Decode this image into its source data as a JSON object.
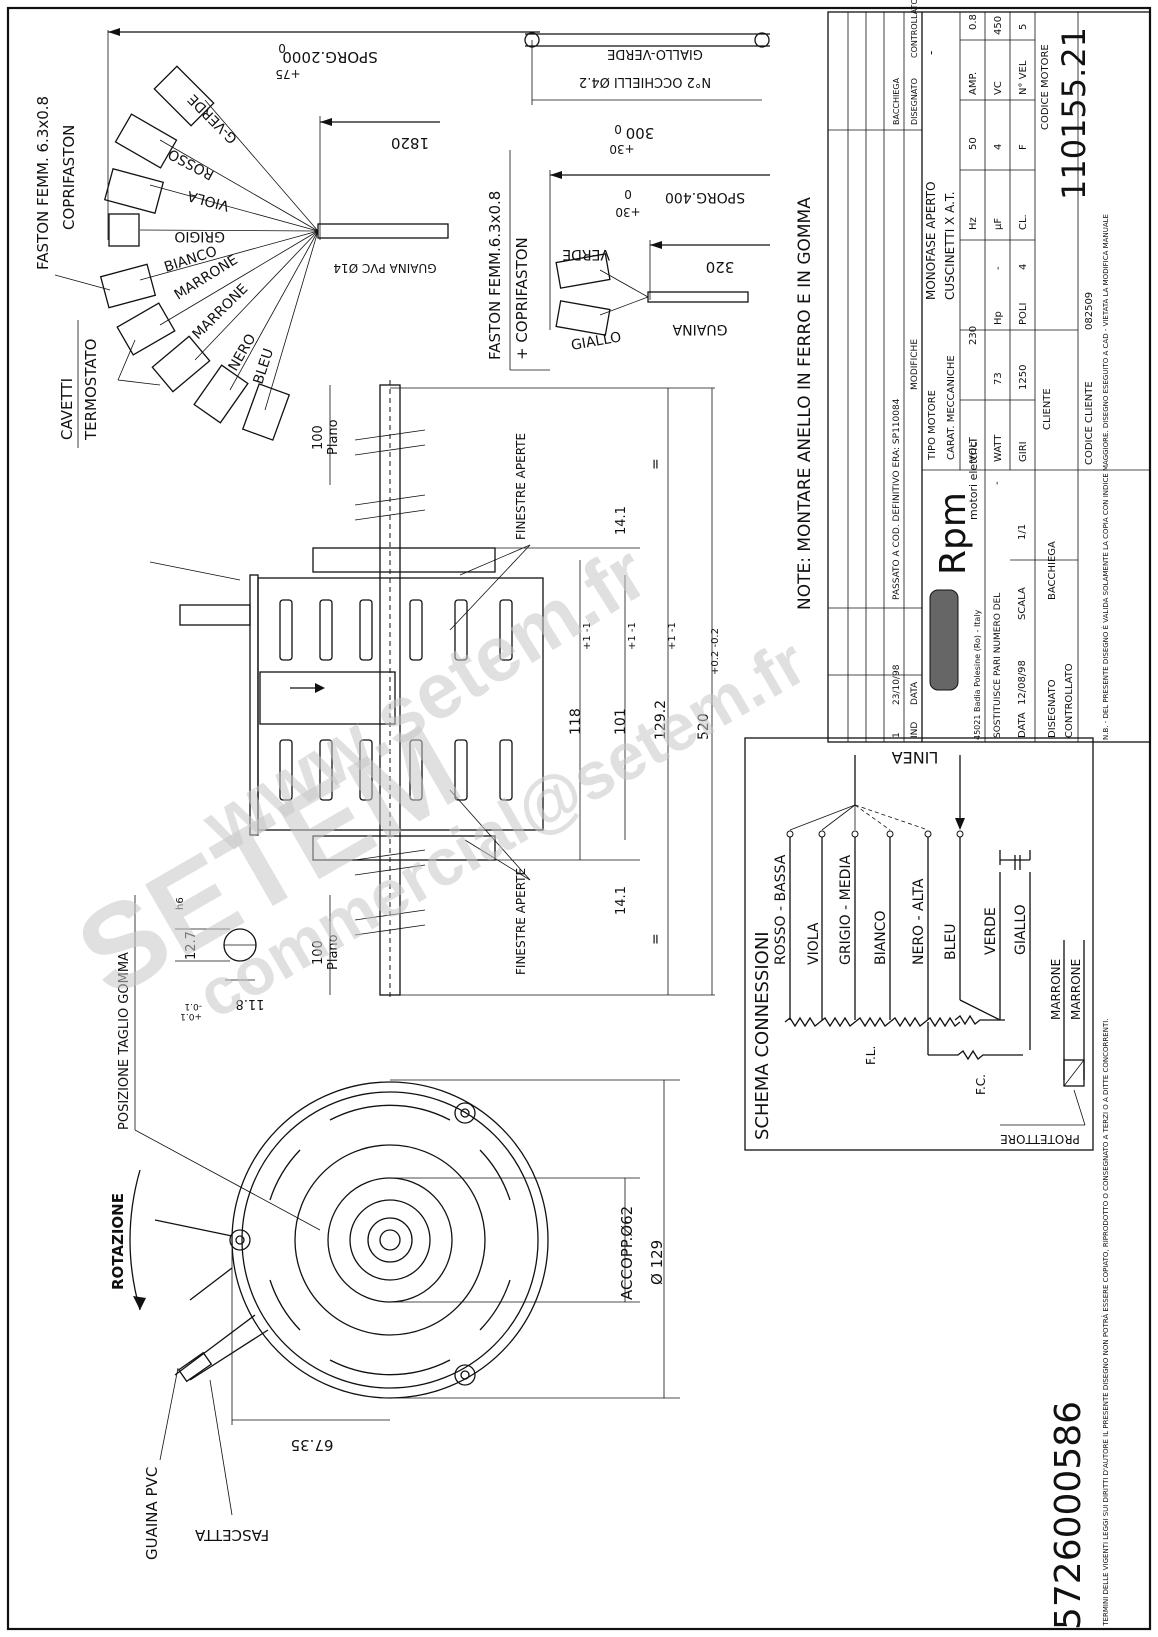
{
  "document_code": "5726000586",
  "watermarks": [
    "www.setem.fr",
    "SETEM",
    "commercial@setem.fr"
  ],
  "note": "NOTE: MONTARE ANELLO IN FERRO E IN GOMMA",
  "top_leads": {
    "faston_label": "FASTON FEMM. 6.3x0.8",
    "coprifaston": "COPRIFASTON",
    "sporg": "SPORG.2000",
    "tol_top": "+75",
    "tol_bottom": "0",
    "length_1820": "1820",
    "guaina": "GUAINA PVC Ø14",
    "wires": [
      "G-VERDE",
      "ROSSO",
      "VIOLA",
      "GRIGIO",
      "BIANCO",
      "MARRONE",
      "MARRONE",
      "NERO",
      "BLEU"
    ],
    "cavetti": "CAVETTI",
    "termostato": "TERMOSTATO"
  },
  "eyelet_cable": {
    "label": "GIALLO-VERDE",
    "occhielli": "N°2 OCCHIELLI Ø4.2",
    "length": "300",
    "tol_top": "+30",
    "tol_bottom": "0"
  },
  "cap_leads": {
    "faston_label": "FASTON FEMM.6.3x0.8",
    "coprifaston": "+ COPRIFASTON",
    "sporg": "SPORG.400",
    "tol_top": "+30",
    "tol_bottom": "0",
    "length_320": "320",
    "guaina": "GUAINA",
    "verde": "VERDE",
    "giallo": "GIALLO"
  },
  "side_view": {
    "plano": "Plano",
    "dim_100": "100",
    "finestre_aperte": "FINESTRE APERTE",
    "dim_141": "14.1",
    "dim_118": "118",
    "tol_118": "+1 -1",
    "dim_101": "101",
    "tol_101": "+1 -1",
    "dim_1292": "129.2",
    "tol_1292": "+1 -1",
    "dim_520": "520",
    "tol_520": "+0.2 -0.2",
    "eq": "=",
    "shaft_dia": "12.7",
    "shaft_fit": "h6",
    "flat": "11.8",
    "flat_tol_top": "+0.1",
    "flat_tol_bottom": "-0.1"
  },
  "front_view": {
    "posizione_taglio": "POSIZIONE TAGLIO GOMMA",
    "rotazione": "ROTAZIONE",
    "accopp": "ACCOPP.Ø62",
    "diameter": "Ø 129",
    "dim_6735": "67.35",
    "guaina_pvc": "GUAINA PVC",
    "fascetta": "FASCETTA"
  },
  "schema": {
    "title": "SCHEMA CONNESSIONI",
    "linea": "LINEA",
    "speeds": [
      "ROSSO - BASSA",
      "VIOLA",
      "GRIGIO - MEDIA",
      "BIANCO",
      "NERO - ALTA",
      "BLEU",
      "VERDE",
      "GIALLO",
      "MARRONE",
      "MARRONE"
    ],
    "fl": "F.L.",
    "fc": "F.C.",
    "protettore": "PROTETTORE"
  },
  "revisions": {
    "header_ind": "IND",
    "header_data": "DATA",
    "header_modifiche": "MODIFICHE",
    "header_disegnato": "DISEGNATO",
    "header_controllato": "CONTROLLATO",
    "row1_ind": "1",
    "row1_data": "23/10/98",
    "row1_text": "PASSATO A COD. DEFINITIVO ERA: SP110084",
    "row1_disegnato": "BACCHIEGA"
  },
  "title_block": {
    "brand": "Rpm",
    "brand_sub": "motori elettrici",
    "address": "45021 Badia Polesine (Ro) - Italy",
    "sostituisce": "SOSTITUISCE PARI NUMERO DEL",
    "sostituisce_val": "-",
    "data_label": "DATA",
    "data_val": "12/08/98",
    "scala_label": "SCALA",
    "scala_val": "1/1",
    "disegnato_label": "DISEGNATO",
    "disegnato_val": "BACCHIEGA",
    "controllato_label": "CONTROLLATO",
    "codice_cliente_label": "CODICE CLIENTE",
    "codice_cliente_val": "082509",
    "tipo_motore_label": "TIPO MOTORE",
    "tipo_motore_val": "MONOFASE APERTO",
    "carat_label": "CARAT. MECCANICHE",
    "carat_val": "CUSCINETTI X A.T.",
    "cliente_label": "CLIENTE",
    "codice_motore_label": "CODICE MOTORE",
    "codice_motore_val": "110155.21",
    "dash": "-",
    "specs": [
      {
        "label": "VOLT",
        "value": "230"
      },
      {
        "label": "Hz",
        "value": "50"
      },
      {
        "label": "AMP.",
        "value": "0.8"
      },
      {
        "label": "WATT",
        "value": "73"
      },
      {
        "label": "Hp",
        "value": "-"
      },
      {
        "label": "μF",
        "value": "4"
      },
      {
        "label": "VC",
        "value": "450"
      },
      {
        "label": "GIRI",
        "value": "1250"
      },
      {
        "label": "POLI",
        "value": "4"
      },
      {
        "label": "CL.",
        "value": "F"
      },
      {
        "label": "N° VEL",
        "value": "5"
      }
    ],
    "footer_left": "I TERMINI DELLE VIGENTI LEGGI SUI DIRITTI D'AUTORE IL PRESENTE DISEGNO NON POTRÀ ESSERE COPIATO, RIPRODOTTO O CONSEGNATO A TERZI O A DITTE CONCORRENTI.",
    "footer_right": "N.B. - DEL PRESENTE DISEGNO È VALIDA SOLAMENTE LA COPIA CON INDICE MAGGIORE. DISEGNO ESEGUITO A CAD - VIETATA LA MODIFICA MANUALE"
  }
}
